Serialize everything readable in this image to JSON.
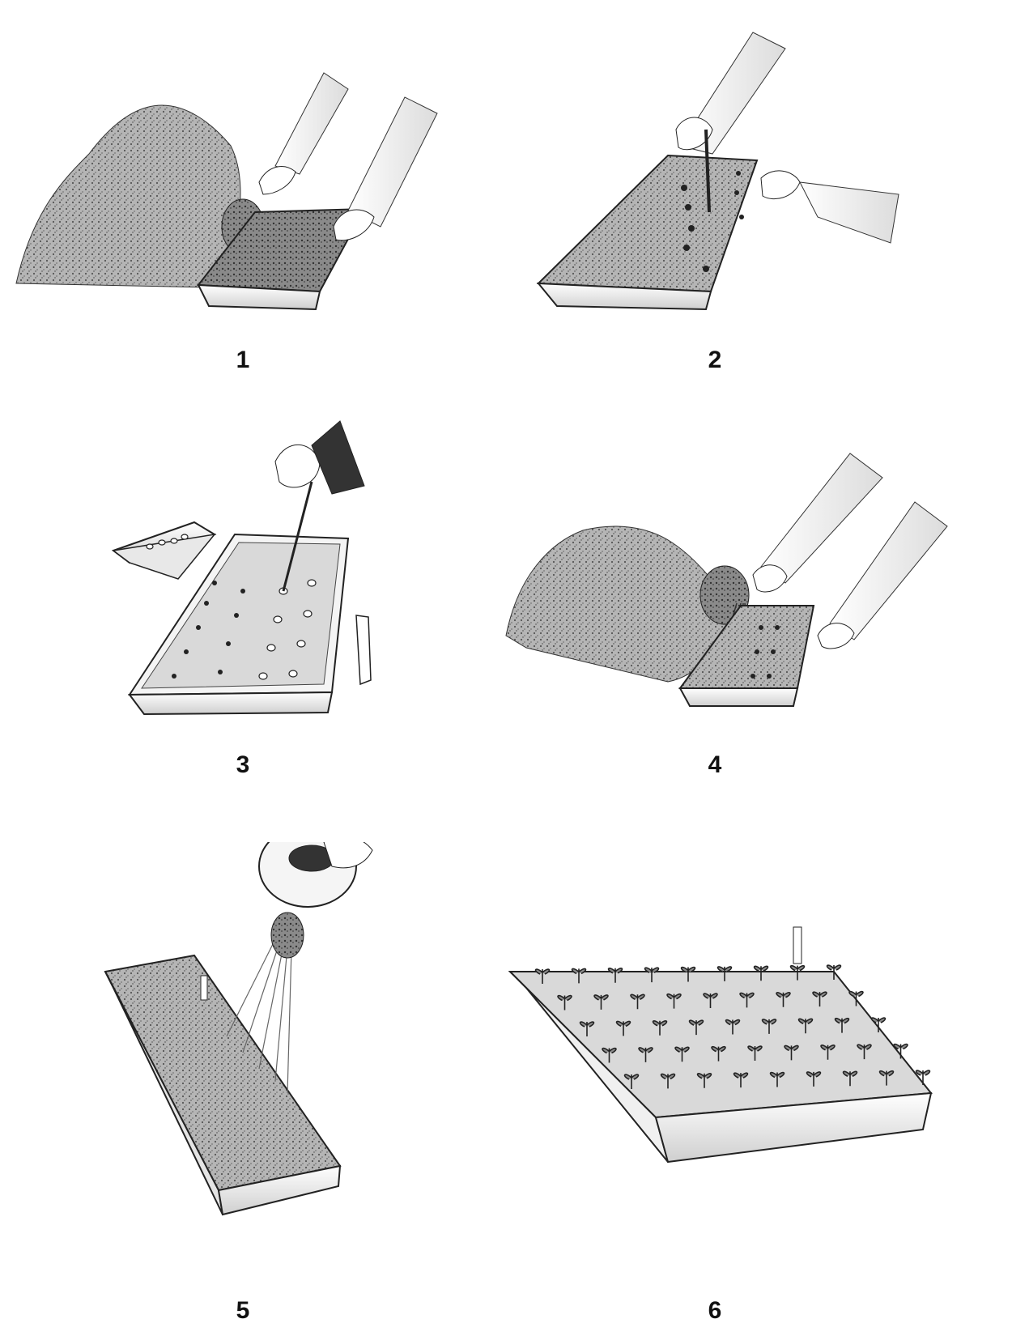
{
  "steps": [
    {
      "number": "1"
    },
    {
      "number": "2"
    },
    {
      "number": "3"
    },
    {
      "number": "4"
    },
    {
      "number": "5"
    },
    {
      "number": "6"
    }
  ],
  "colors": {
    "ink": "#1a1a1a",
    "soil_light": "#b8b8b8",
    "soil_dark": "#6a6a6a",
    "tray": "#f2f2f2"
  }
}
